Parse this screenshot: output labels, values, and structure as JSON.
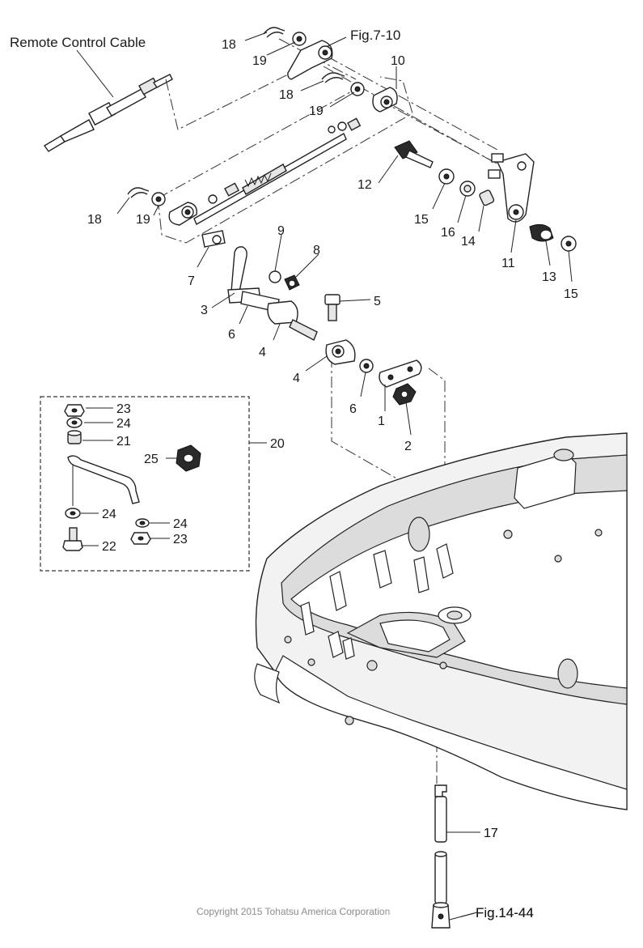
{
  "labels": {
    "remote_cable": "Remote Control Cable",
    "fig_top": "Fig.7-10",
    "fig_bottom": "Fig.14-44",
    "copyright": "Copyright 2015 Tohatsu America Corporation",
    "n1": "1",
    "n2": "2",
    "n3": "3",
    "n4a": "4",
    "n4b": "4",
    "n5": "5",
    "n6a": "6",
    "n6b": "6",
    "n7": "7",
    "n8": "8",
    "n9": "9",
    "n10": "10",
    "n11": "11",
    "n12": "12",
    "n13": "13",
    "n14": "14",
    "n15a": "15",
    "n15b": "15",
    "n16": "16",
    "n17": "17",
    "n18a": "18",
    "n18b": "18",
    "n18c": "18",
    "n19a": "19",
    "n19b": "19",
    "n19c": "19",
    "n20": "20",
    "n21": "21",
    "n22": "22",
    "n23a": "23",
    "n23b": "23",
    "n24a": "24",
    "n24b": "24",
    "n24c": "24",
    "n25": "25"
  }
}
